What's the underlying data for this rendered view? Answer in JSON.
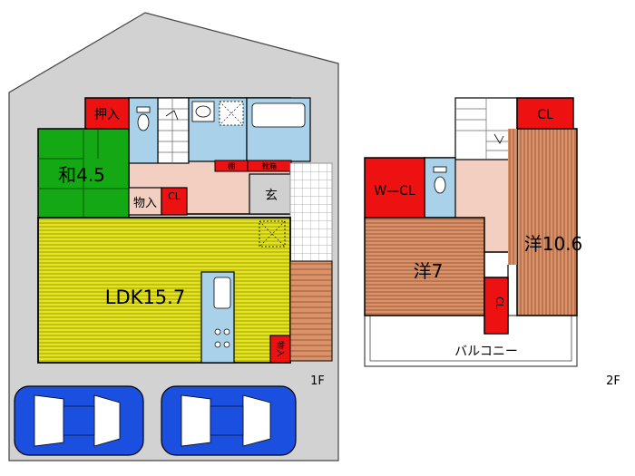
{
  "floor1": {
    "label": "1F",
    "rooms": {
      "oshiire": "押入",
      "washitsu": "和4.5",
      "monoire1": "物入",
      "cl": "CL",
      "genkan": "玄",
      "ldk": "LDK15.7",
      "monoire2": "物入",
      "small1": "棚",
      "small2": "靴箱"
    }
  },
  "floor2": {
    "label": "2F",
    "rooms": {
      "cl_top": "CL",
      "wcl": "W—CL",
      "yo7": "洋7",
      "yo106": "洋10.6",
      "cl_side": "CL",
      "balcony": "バルコニー"
    }
  },
  "colors": {
    "site": "#d2d2d2",
    "tatami": "#12a612",
    "flooring_yellow": "#e1e11a",
    "wood_floor": "#d88a5a",
    "closet_red": "#ee1111",
    "hall": "#f0c8b8",
    "water": "#a8d0e8",
    "car_blue": "#1a4fe0"
  }
}
